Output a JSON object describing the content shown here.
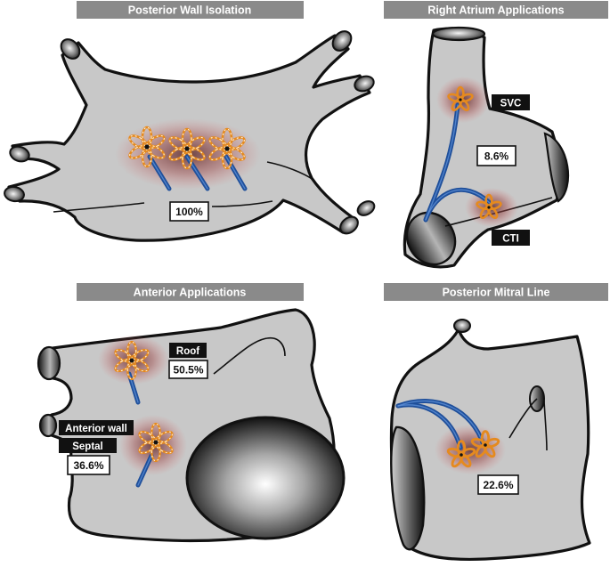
{
  "panels": {
    "posterior_wall": {
      "title": "Posterior Wall Isolation",
      "value": "100%"
    },
    "right_atrium": {
      "title": "Right Atrium Applications",
      "svc_label": "SVC",
      "value": "8.6%",
      "cti_label": "CTI"
    },
    "anterior": {
      "title": "Anterior Applications",
      "roof_label": "Roof",
      "roof_value": "50.5%",
      "anterior_wall_label": "Anterior wall",
      "septal_label": "Septal",
      "septal_value": "36.6%"
    },
    "posterior_mitral": {
      "title": "Posterior Mitral Line",
      "value": "22.6%"
    }
  },
  "colors": {
    "header_bg": "#8a8a8a",
    "tissue": "#c8c8c8",
    "catheter": "#1f4f9a",
    "flower": "#e58a1f",
    "lesion_glow": "#b24a4a",
    "label_dark": "#111111"
  }
}
